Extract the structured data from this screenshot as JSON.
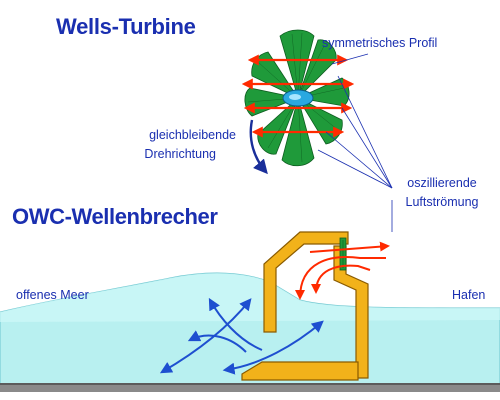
{
  "title": "Wells-Turbine",
  "subtitle": "OWC-Wellenbrecher",
  "labels": {
    "profile": "symmetrisches Profil",
    "rotation_line1": "gleichbleibende",
    "rotation_line2": "Drehrichtung",
    "airflow_line1": "oszillierende",
    "airflow_line2": "Luftströmung",
    "sea": "offenes Meer",
    "harbor": "Hafen"
  },
  "colors": {
    "text": "#1a2fb0",
    "blade": "#1f9a3a",
    "blade_dark": "#0d5d1f",
    "hub": "#2aa8e0",
    "airflow_arrows": "#ff2a00",
    "structure": "#f2b21a",
    "structure_outline": "#8a5b00",
    "water": "#b8f0f0",
    "wave_arrows": "#1e4fd0",
    "seabed": "#8a8a8a"
  },
  "icons": [
    "turbine-icon",
    "rotation-arrow-icon",
    "wave-arrow-icon",
    "airflow-arrow-icon"
  ]
}
